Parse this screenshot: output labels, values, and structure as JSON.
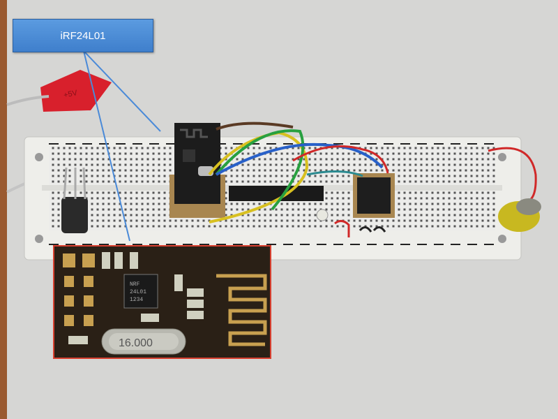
{
  "callout": {
    "label": "iRF24L01"
  },
  "module_chip": {
    "line1": "NRF",
    "line2": "24L01",
    "line3": "1234"
  },
  "crystal": {
    "label": "16.000"
  },
  "tag": {
    "label": "+5V"
  },
  "colors": {
    "callout_fill": "#4a8ad8",
    "pcb": "#2a2016",
    "trace": "#c8a050",
    "breadboard": "#eeeeea"
  }
}
